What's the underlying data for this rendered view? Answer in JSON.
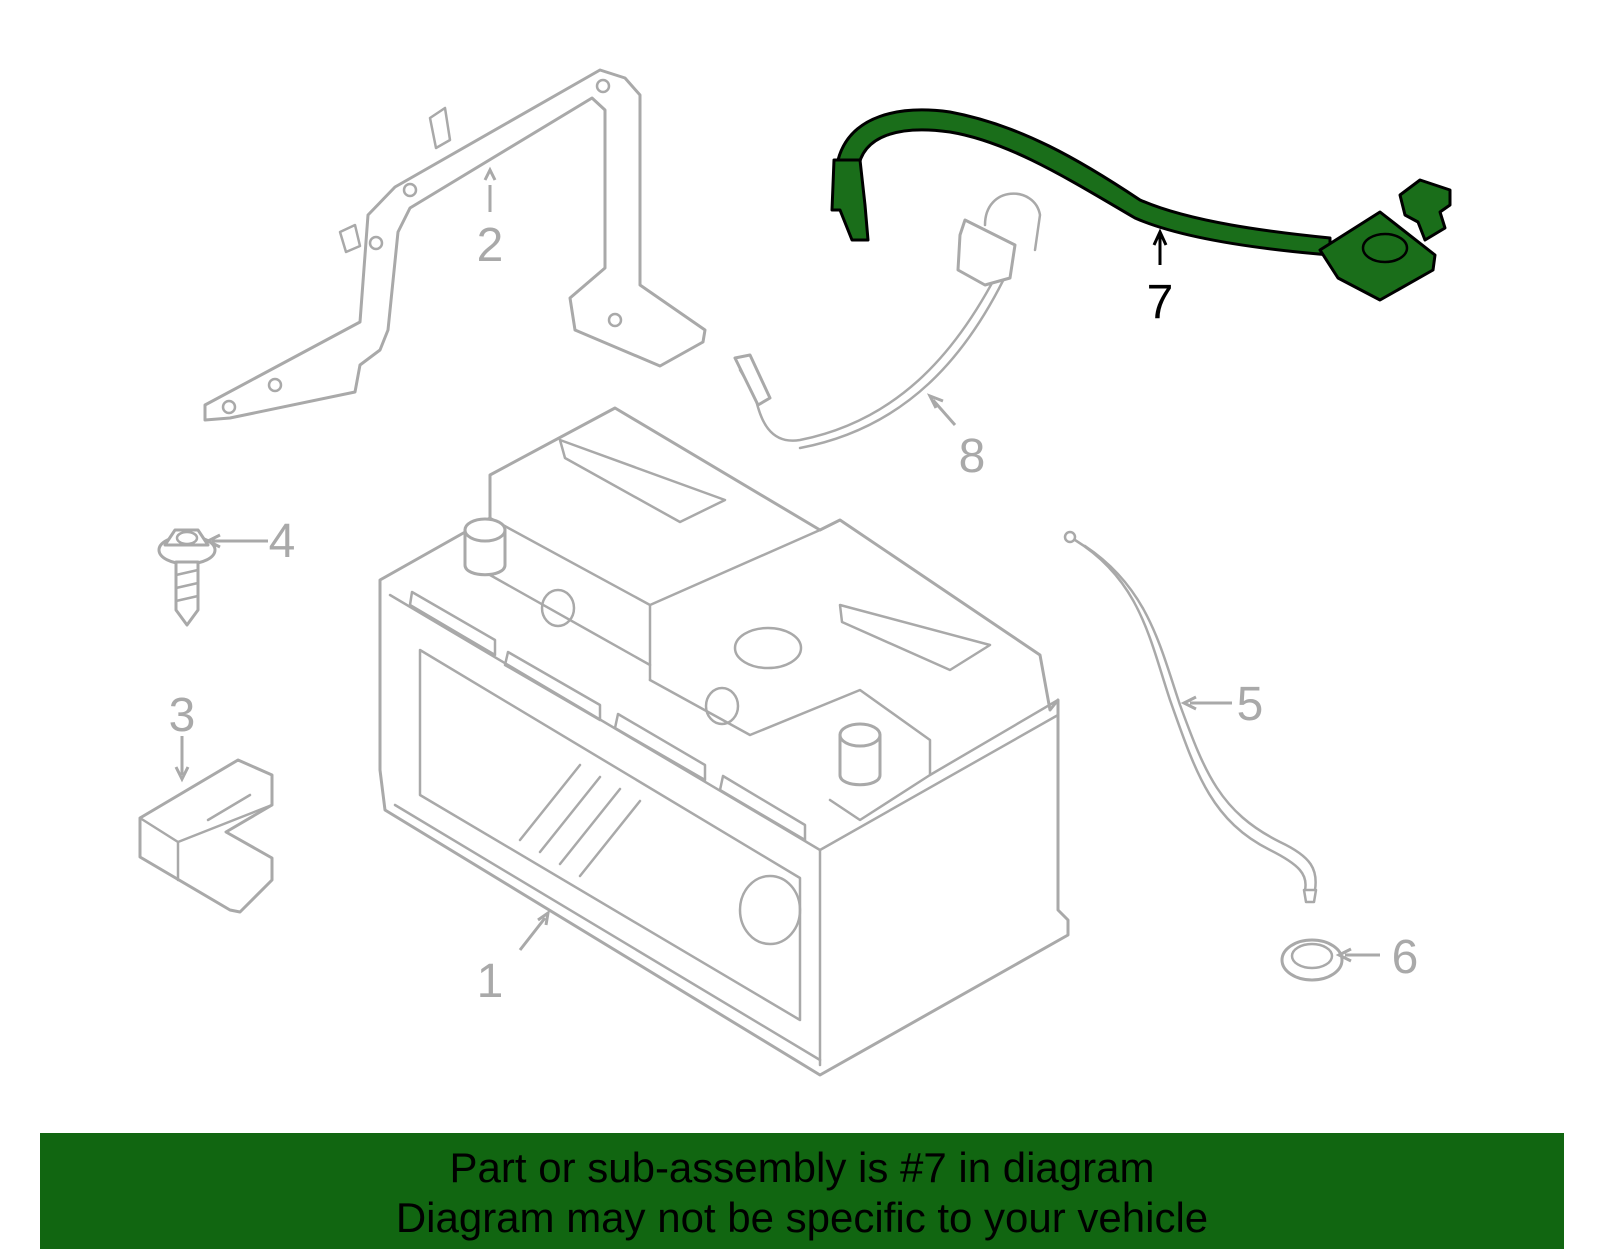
{
  "callouts": {
    "c1": "1",
    "c2": "2",
    "c3": "3",
    "c4": "4",
    "c5": "5",
    "c6": "6",
    "c7": "7",
    "c8": "8"
  },
  "highlight_part": "7",
  "colors": {
    "part_outline": "#a9a9a9",
    "highlight_fill": "#1a6e1a",
    "banner_bg": "#116611"
  },
  "banner": {
    "line1": "Part or sub-assembly is #7 in diagram",
    "line2": "Diagram may not be specific to your vehicle"
  }
}
